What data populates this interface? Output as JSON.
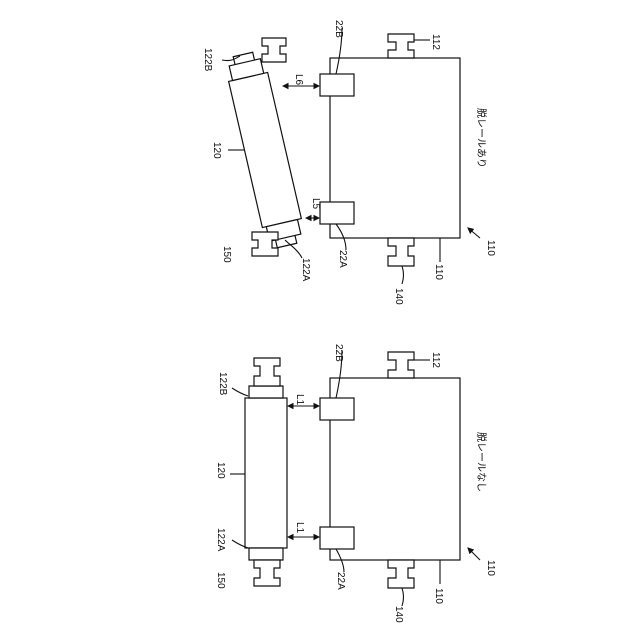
{
  "figure": {
    "top_view": {
      "caption": "脱レールあり",
      "ref_110": "110",
      "ref_112": "112",
      "ref_110_frame": "110",
      "ref_140": "140",
      "ref_150": "150",
      "ref_120": "120",
      "ref_122A": "122A",
      "ref_122B": "122B",
      "ref_22A": "22A",
      "ref_22B": "22B",
      "dim_L5": "L5",
      "dim_L6": "L6"
    },
    "bottom_view": {
      "caption": "脱レールなし",
      "ref_110": "110",
      "ref_112": "112",
      "ref_110_frame": "110",
      "ref_140": "140",
      "ref_150": "150",
      "ref_120": "120",
      "ref_122A": "122A",
      "ref_122B": "122B",
      "ref_22A": "22A",
      "ref_22B": "22B",
      "dim_L1_top": "L1",
      "dim_L1_bottom": "L1"
    }
  }
}
